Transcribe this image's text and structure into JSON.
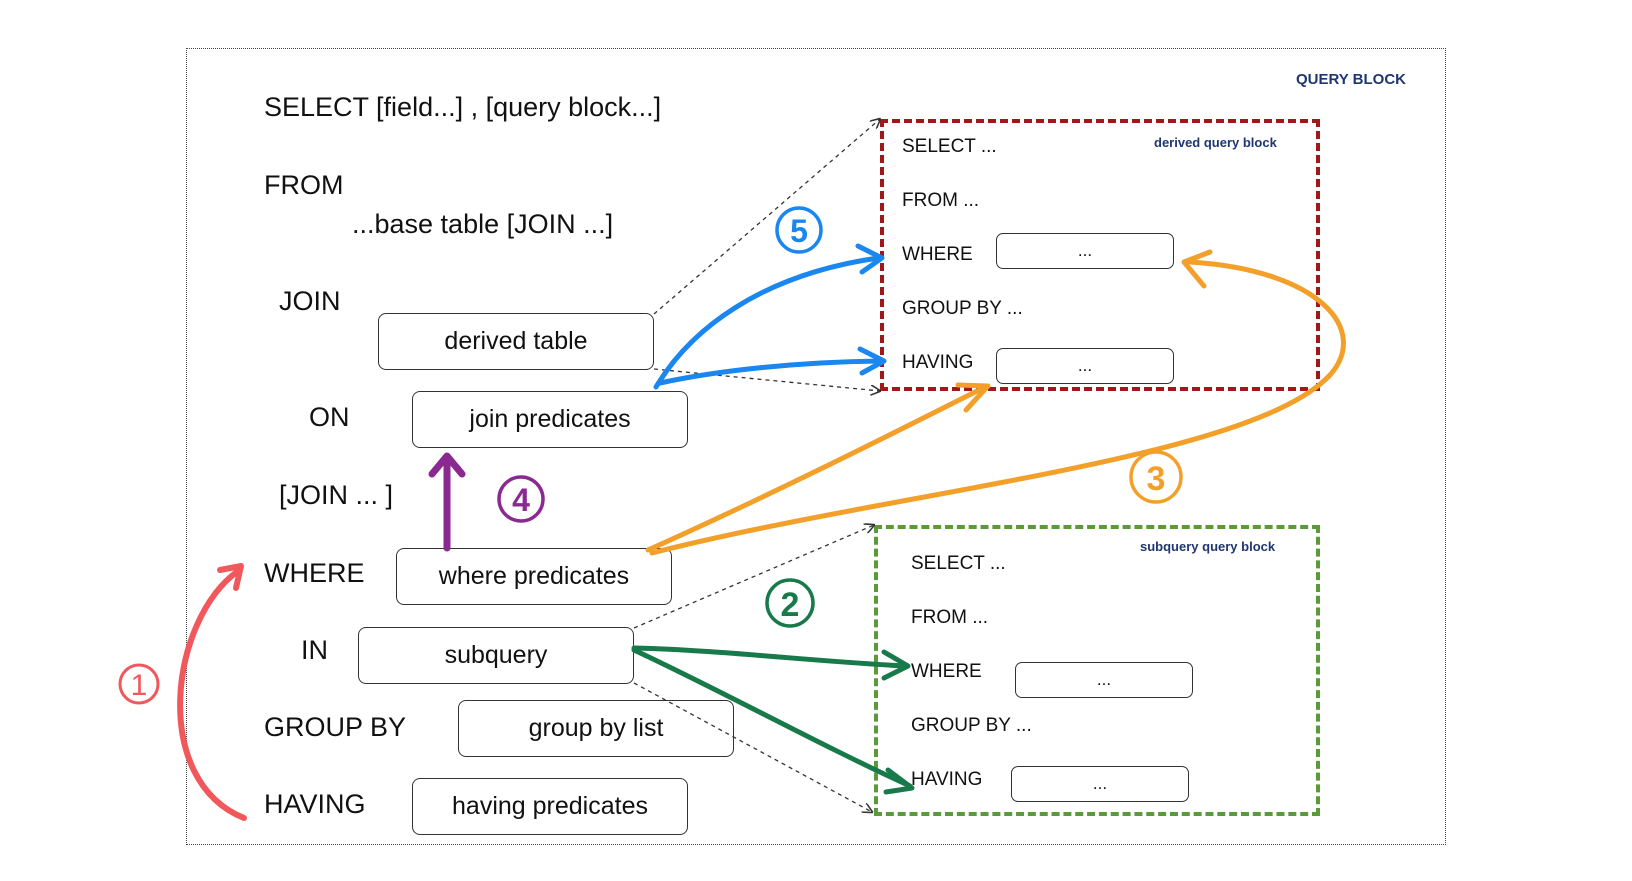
{
  "query_block": {
    "title": "QUERY BLOCK",
    "select_line": "SELECT  [field...] ,  [query block...]",
    "from_label": "FROM",
    "from_detail": "...base table [JOIN ...]",
    "join_label": "JOIN",
    "derived_table": "derived table",
    "on_label": "ON",
    "join_predicates": "join predicates",
    "join_more": "[JOIN ... ]",
    "where_label": "WHERE",
    "where_predicates": "where predicates",
    "in_label": "IN",
    "subquery": "subquery",
    "group_by_label": "GROUP BY",
    "group_by_list": "group by list",
    "having_label": "HAVING",
    "having_predicates": "having predicates"
  },
  "derived_block": {
    "title": "derived query block",
    "select": "SELECT ...",
    "from": "FROM ...",
    "where": "WHERE",
    "where_value": "...",
    "group_by": "GROUP BY ...",
    "having": "HAVING",
    "having_value": "..."
  },
  "subquery_block": {
    "title": "subquery query block",
    "select": "SELECT ...",
    "from": "FROM ...",
    "where": "WHERE",
    "where_value": "...",
    "group_by": "GROUP BY ...",
    "having": "HAVING",
    "having_value": "..."
  },
  "steps": [
    {
      "label": "1",
      "color": "#f0585c"
    },
    {
      "label": "2",
      "color": "#187a4a"
    },
    {
      "label": "3",
      "color": "#f2a02a"
    },
    {
      "label": "4",
      "color": "#8a2a90"
    },
    {
      "label": "5",
      "color": "#1a86f0"
    }
  ],
  "colors": {
    "derived_border": "#a01818",
    "subquery_border": "#5a9a3a",
    "title_text": "#1f3770"
  }
}
